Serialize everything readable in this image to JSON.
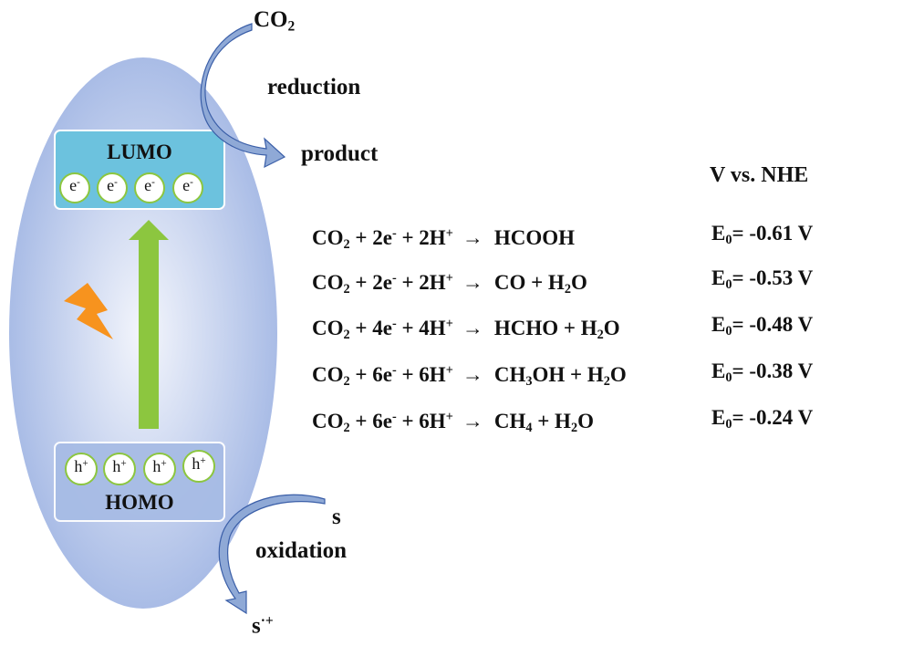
{
  "bands": {
    "lumo_label": "LUMO",
    "homo_label": "HOMO"
  },
  "electron": {
    "base": "e",
    "sup": "-"
  },
  "hole": {
    "base": "h",
    "sup": "+"
  },
  "reduction": {
    "reactant": {
      "base": "CO",
      "sub": "2"
    },
    "process": "reduction",
    "product": "product"
  },
  "oxidation": {
    "reactant": "s",
    "process": "oxidation",
    "product": {
      "base": "s",
      "sup": "·+"
    }
  },
  "potential_header": "V vs. NHE",
  "reactions": [
    {
      "lhs": [
        {
          "t": "CO"
        },
        {
          "sub": "2"
        },
        {
          "t": " + 2e"
        },
        {
          "sup": "-"
        },
        {
          "t": " + 2H"
        },
        {
          "sup": "+"
        }
      ],
      "arrow": "→",
      "rhs": [
        {
          "t": "HCOOH"
        }
      ],
      "potential": [
        {
          "t": "E"
        },
        {
          "sub": "0"
        },
        {
          "t": "= -0.61 V"
        }
      ]
    },
    {
      "lhs": [
        {
          "t": "CO"
        },
        {
          "sub": "2"
        },
        {
          "t": " + 2e"
        },
        {
          "sup": "-"
        },
        {
          "t": " + 2H"
        },
        {
          "sup": "+"
        }
      ],
      "arrow": "→",
      "rhs": [
        {
          "t": "CO + H"
        },
        {
          "sub": "2"
        },
        {
          "t": "O"
        }
      ],
      "potential": [
        {
          "t": "E"
        },
        {
          "sub": "0"
        },
        {
          "t": "= -0.53 V"
        }
      ]
    },
    {
      "lhs": [
        {
          "t": "CO"
        },
        {
          "sub": "2"
        },
        {
          "t": " + 4e"
        },
        {
          "sup": "-"
        },
        {
          "t": " + 4H"
        },
        {
          "sup": "+"
        }
      ],
      "arrow": "→",
      "rhs": [
        {
          "t": "HCHO + H"
        },
        {
          "sub": "2"
        },
        {
          "t": "O"
        }
      ],
      "potential": [
        {
          "t": "E"
        },
        {
          "sub": "0"
        },
        {
          "t": "= -0.48 V"
        }
      ]
    },
    {
      "lhs": [
        {
          "t": "CO"
        },
        {
          "sub": "2"
        },
        {
          "t": " + 6e"
        },
        {
          "sup": "-"
        },
        {
          "t": " + 6H"
        },
        {
          "sup": "+"
        }
      ],
      "arrow": "→",
      "rhs": [
        {
          "t": "CH"
        },
        {
          "sub": "3"
        },
        {
          "t": "OH + H"
        },
        {
          "sub": "2"
        },
        {
          "t": "O"
        }
      ],
      "potential": [
        {
          "t": "E"
        },
        {
          "sub": "0"
        },
        {
          "t": "= -0.38 V"
        }
      ]
    },
    {
      "lhs": [
        {
          "t": "CO"
        },
        {
          "sub": "2"
        },
        {
          "t": " + 6e"
        },
        {
          "sup": "-"
        },
        {
          "t": " + 6H"
        },
        {
          "sup": "+"
        }
      ],
      "arrow": "→",
      "rhs": [
        {
          "t": "CH"
        },
        {
          "sub": "4"
        },
        {
          "t": " + H"
        },
        {
          "sub": "2"
        },
        {
          "t": "O"
        }
      ],
      "potential": [
        {
          "t": "E"
        },
        {
          "sub": "0"
        },
        {
          "t": "= -0.24 V"
        }
      ]
    }
  ],
  "colors": {
    "ellipse_center": "#f4f6fc",
    "ellipse_edge": "#a9bce6",
    "lumo_fill": "#6cc2de",
    "homo_fill": "#a7bce5",
    "carrier_ring": "#8cc63f",
    "excitation_arrow": "#8cc63f",
    "curved_arrow_fill": "#8fa9d6",
    "curved_arrow_stroke": "#3b5fa8",
    "lightning": "#f7931e"
  }
}
